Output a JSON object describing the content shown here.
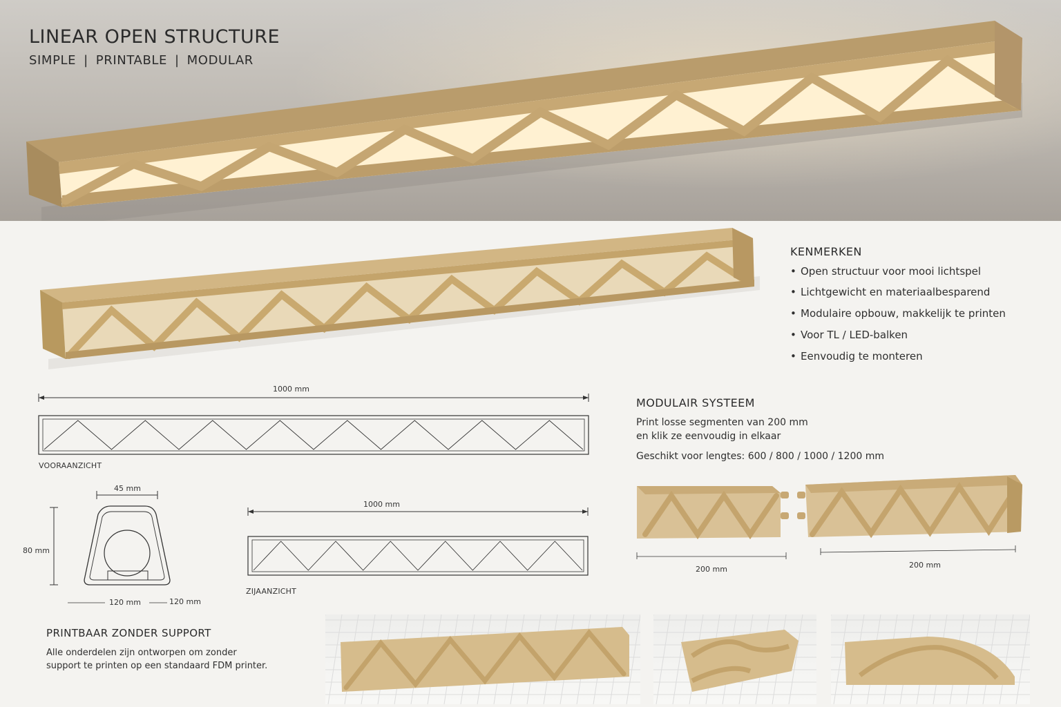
{
  "header": {
    "title": "LINEAR OPEN STRUCTURE",
    "tagline": [
      "SIMPLE",
      "PRINTABLE",
      "MODULAR"
    ],
    "separator": "|"
  },
  "features": {
    "heading": "KENMERKEN",
    "bullet": "•",
    "items": [
      "Open structuur voor mooi lichtspel",
      "Lichtgewicht en materiaalbesparend",
      "Modulaire opbouw, makkelijk te printen",
      "Voor TL / LED-balken",
      "Eenvoudig te monteren"
    ]
  },
  "front_view": {
    "dimension": "1000 mm",
    "label": "VOORAANZICHT"
  },
  "section_view": {
    "width_top": "45 mm",
    "height": "80 mm",
    "width_bottom": "120 mm",
    "width_bottom_alt": "120 mm"
  },
  "side_view": {
    "dimension": "1000 mm",
    "label": "ZIJAANZICHT"
  },
  "modular": {
    "heading": "MODULAIR SYSTEEM",
    "line1": "Print losse segmenten van 200 mm",
    "line2": "en klik ze eenvoudig in elkaar",
    "line3": "Geschikt voor lengtes: 600 / 800 / 1000 / 1200 mm",
    "dim_left": "200 mm",
    "dim_right": "200 mm"
  },
  "printable": {
    "heading": "PRINTBAAR ZONDER SUPPORT",
    "line1": "Alle onderdelen zijn ontworpen om zonder",
    "line2": "support te printen op een standaard FDM printer."
  },
  "colors": {
    "wood": "#c9ab78",
    "wood_dark": "#a8895a",
    "light": "#fff3d6",
    "ink": "#2a2a2a"
  }
}
